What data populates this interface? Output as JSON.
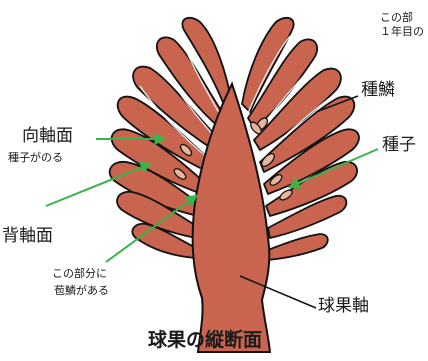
{
  "diagram": {
    "title": "球果の縦断面",
    "labels": {
      "adaxial": "向軸面",
      "adaxial_note": "種子がのる",
      "abaxial": "背軸面",
      "bract_note_1": "この部分に",
      "bract_note_2": "苞鱗がある",
      "scale": "種鱗",
      "seed": "種子",
      "axis": "球果軸",
      "corner_note_1": "この部",
      "corner_note_2": "１年目の"
    }
  },
  "colors": {
    "tissue": "#c9654f",
    "outline": "#111111",
    "seed": "#e6b59a",
    "arrow": "#38b44a",
    "leader": "#111111"
  }
}
